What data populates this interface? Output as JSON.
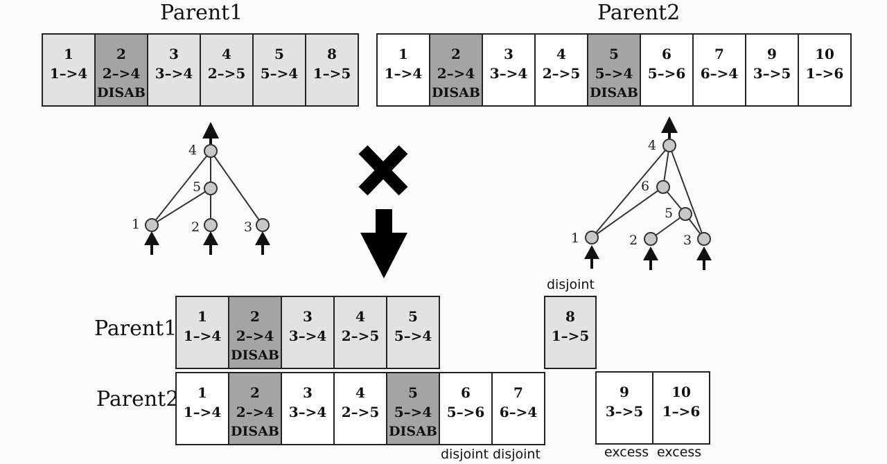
{
  "titles": {
    "parent1": "Parent1",
    "parent2": "Parent2"
  },
  "parent1_genome": [
    {
      "innov": "1",
      "conn": "1–>4",
      "disabled": false
    },
    {
      "innov": "2",
      "conn": "2–>4",
      "disabled": true,
      "tag": "DISAB"
    },
    {
      "innov": "3",
      "conn": "3–>4",
      "disabled": false
    },
    {
      "innov": "4",
      "conn": "2–>5",
      "disabled": false
    },
    {
      "innov": "5",
      "conn": "5–>4",
      "disabled": false
    },
    {
      "innov": "8",
      "conn": "1–>5",
      "disabled": false
    }
  ],
  "parent2_genome": [
    {
      "innov": "1",
      "conn": "1–>4",
      "disabled": false
    },
    {
      "innov": "2",
      "conn": "2–>4",
      "disabled": true,
      "tag": "DISAB"
    },
    {
      "innov": "3",
      "conn": "3–>4",
      "disabled": false
    },
    {
      "innov": "4",
      "conn": "2–>5",
      "disabled": false
    },
    {
      "innov": "5",
      "conn": "5–>4",
      "disabled": true,
      "tag": "DISAB"
    },
    {
      "innov": "6",
      "conn": "5–>6",
      "disabled": false
    },
    {
      "innov": "7",
      "conn": "6–>4",
      "disabled": false
    },
    {
      "innov": "9",
      "conn": "3–>5",
      "disabled": false
    },
    {
      "innov": "10",
      "conn": "1–>6",
      "disabled": false
    }
  ],
  "aligned": {
    "parent1_label": "Parent1",
    "parent2_label": "Parent2",
    "parent1_matching": [
      {
        "innov": "1",
        "conn": "1–>4",
        "disabled": false
      },
      {
        "innov": "2",
        "conn": "2–>4",
        "disabled": true,
        "tag": "DISAB"
      },
      {
        "innov": "3",
        "conn": "3–>4",
        "disabled": false
      },
      {
        "innov": "4",
        "conn": "2–>5",
        "disabled": false
      },
      {
        "innov": "5",
        "conn": "5–>4",
        "disabled": false
      }
    ],
    "parent1_disjoint": {
      "innov": "8",
      "conn": "1–>5",
      "disabled": false
    },
    "parent2_matching": [
      {
        "innov": "1",
        "conn": "1–>4",
        "disabled": false
      },
      {
        "innov": "2",
        "conn": "2–>4",
        "disabled": true,
        "tag": "DISAB"
      },
      {
        "innov": "3",
        "conn": "3–>4",
        "disabled": false
      },
      {
        "innov": "4",
        "conn": "2–>5",
        "disabled": false
      },
      {
        "innov": "5",
        "conn": "5–>4",
        "disabled": true,
        "tag": "DISAB"
      },
      {
        "innov": "6",
        "conn": "5–>6",
        "disabled": false
      },
      {
        "innov": "7",
        "conn": "6–>4",
        "disabled": false
      }
    ],
    "parent2_excess": [
      {
        "innov": "9",
        "conn": "3–>5",
        "disabled": false
      },
      {
        "innov": "10",
        "conn": "1–>6",
        "disabled": false
      }
    ],
    "tags": {
      "disjoint_top": "disjoint",
      "disjoint_a": "disjoint",
      "disjoint_b": "disjoint",
      "excess_a": "excess",
      "excess_b": "excess"
    }
  },
  "network1_nodes": [
    "4",
    "5",
    "1",
    "2",
    "3"
  ],
  "network2_nodes": [
    "4",
    "6",
    "5",
    "1",
    "2",
    "3"
  ],
  "colors": {
    "parent1_gene": "#e2e2e2",
    "parent2_gene": "#ffffff",
    "disabled_gene": "#a4a4a4",
    "node_fill": "#c8c8c8"
  }
}
